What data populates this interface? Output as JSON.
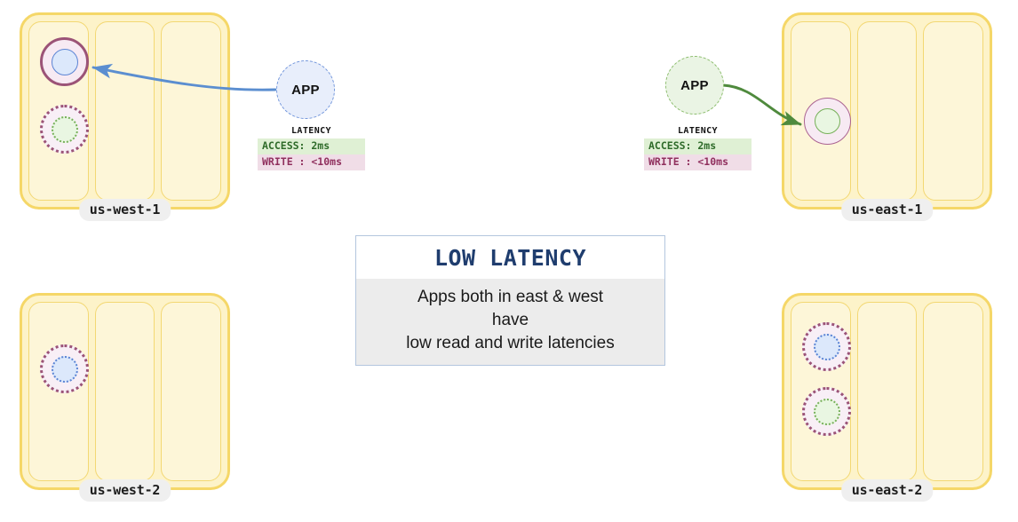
{
  "regions": [
    {
      "id": "us-west-1",
      "label": "us-west-1",
      "nodes": [
        {
          "name": "primary-replica-blue",
          "style": "solid-thick",
          "core": "blue-solid"
        },
        {
          "name": "secondary-replica-green",
          "style": "dotted",
          "core": "green-dotted"
        }
      ]
    },
    {
      "id": "us-east-1",
      "label": "us-east-1",
      "nodes": [
        {
          "name": "primary-replica-green",
          "style": "solid-thin",
          "core": "green-solid"
        }
      ]
    },
    {
      "id": "us-west-2",
      "label": "us-west-2",
      "nodes": [
        {
          "name": "secondary-replica-blue",
          "style": "dotted",
          "core": "blue-dotted"
        }
      ]
    },
    {
      "id": "us-east-2",
      "label": "us-east-2",
      "nodes": [
        {
          "name": "secondary-replica-blue",
          "style": "dotted",
          "core": "blue-dotted"
        },
        {
          "name": "secondary-replica-green",
          "style": "dotted",
          "core": "green-dotted"
        }
      ]
    }
  ],
  "apps": {
    "west": {
      "label": "APP",
      "latency": {
        "title": "LATENCY",
        "access": "ACCESS: 2ms",
        "write": "WRITE : <10ms"
      }
    },
    "east": {
      "label": "APP",
      "latency": {
        "title": "LATENCY",
        "access": "ACCESS: 2ms",
        "write": "WRITE : <10ms"
      }
    }
  },
  "callout": {
    "title": "LOW LATENCY",
    "line1": "Apps both in east & west",
    "line2": "have",
    "line3": "low read and write latencies"
  },
  "colors": {
    "region_fill": "#fdf3c9",
    "region_border": "#f5d768",
    "az_fill": "#fdf6d8",
    "az_border": "#f3d873",
    "ring_purple": "#9b5377",
    "core_blue": "#dce8fb",
    "core_blue_border": "#5b84d4",
    "core_green": "#e9f6e2",
    "core_green_border": "#77b05a",
    "arrow_blue": "#5b8ed0",
    "arrow_green": "#4f8a3d",
    "callout_title": "#1f3d6e",
    "callout_border": "#b3c6de",
    "latency_access_bg": "#dff0d4",
    "latency_write_bg": "#f0dde7"
  }
}
